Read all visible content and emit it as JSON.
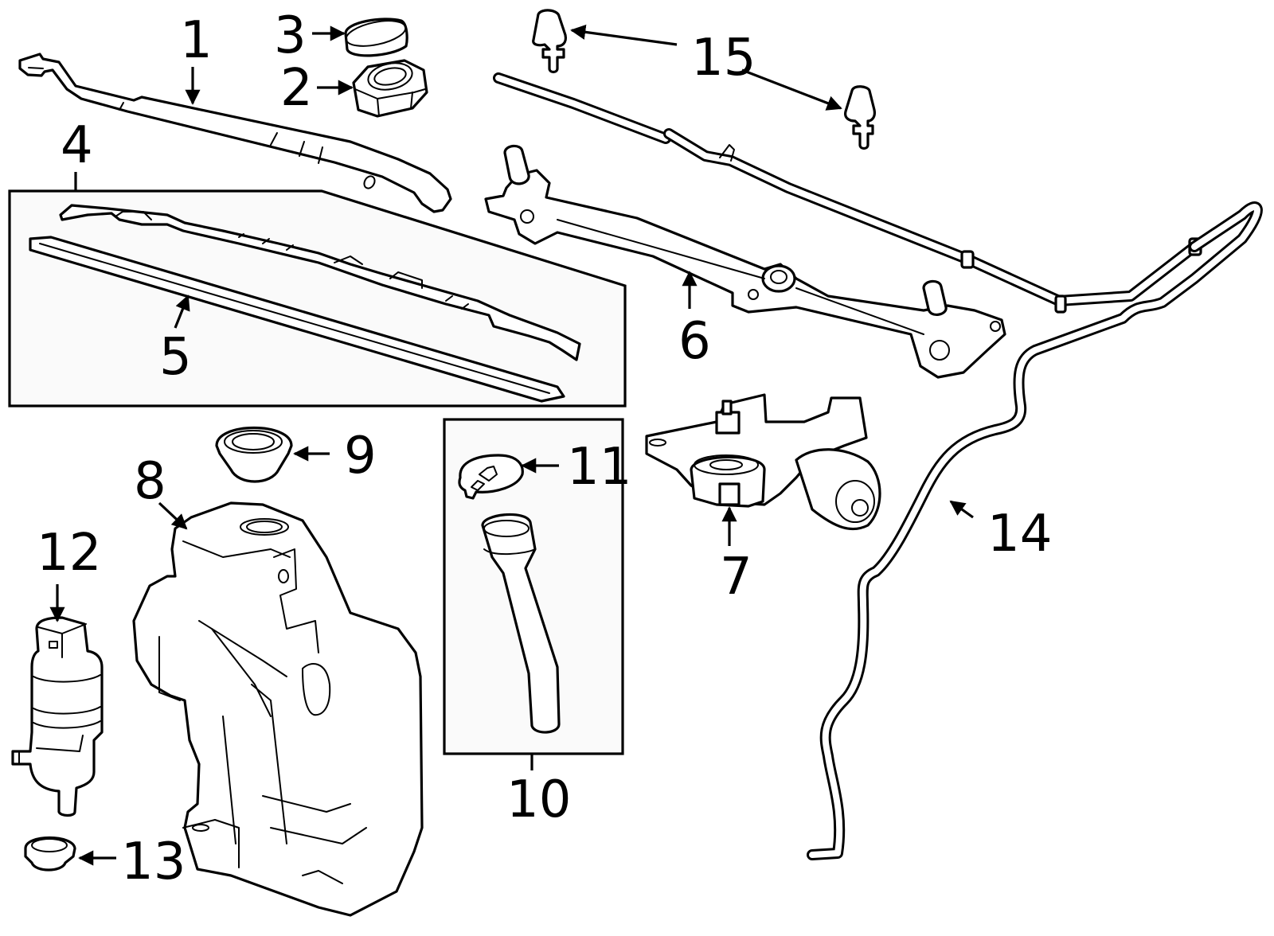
{
  "diagram": {
    "type": "exploded parts diagram",
    "subject": "Windshield wiper and washer system",
    "colors": {
      "line": "#000000",
      "background": "#ffffff",
      "group_box_fill": "#fafafa"
    }
  },
  "callouts": [
    {
      "id": 1,
      "label": "1",
      "part": "wiper-arm"
    },
    {
      "id": 2,
      "label": "2",
      "part": "arm-nut"
    },
    {
      "id": 3,
      "label": "3",
      "part": "nut-cap"
    },
    {
      "id": 4,
      "label": "4",
      "part": "wiper-blade-assembly"
    },
    {
      "id": 5,
      "label": "5",
      "part": "blade-insert"
    },
    {
      "id": 6,
      "label": "6",
      "part": "wiper-linkage"
    },
    {
      "id": 7,
      "label": "7",
      "part": "wiper-motor"
    },
    {
      "id": 8,
      "label": "8",
      "part": "washer-reservoir"
    },
    {
      "id": 9,
      "label": "9",
      "part": "reservoir-grommet"
    },
    {
      "id": 10,
      "label": "10",
      "part": "filler-neck-assembly"
    },
    {
      "id": 11,
      "label": "11",
      "part": "filler-cap"
    },
    {
      "id": 12,
      "label": "12",
      "part": "washer-pump"
    },
    {
      "id": 13,
      "label": "13",
      "part": "pump-grommet"
    },
    {
      "id": 14,
      "label": "14",
      "part": "washer-hose"
    },
    {
      "id": 15,
      "label": "15",
      "part": "washer-nozzle"
    }
  ]
}
